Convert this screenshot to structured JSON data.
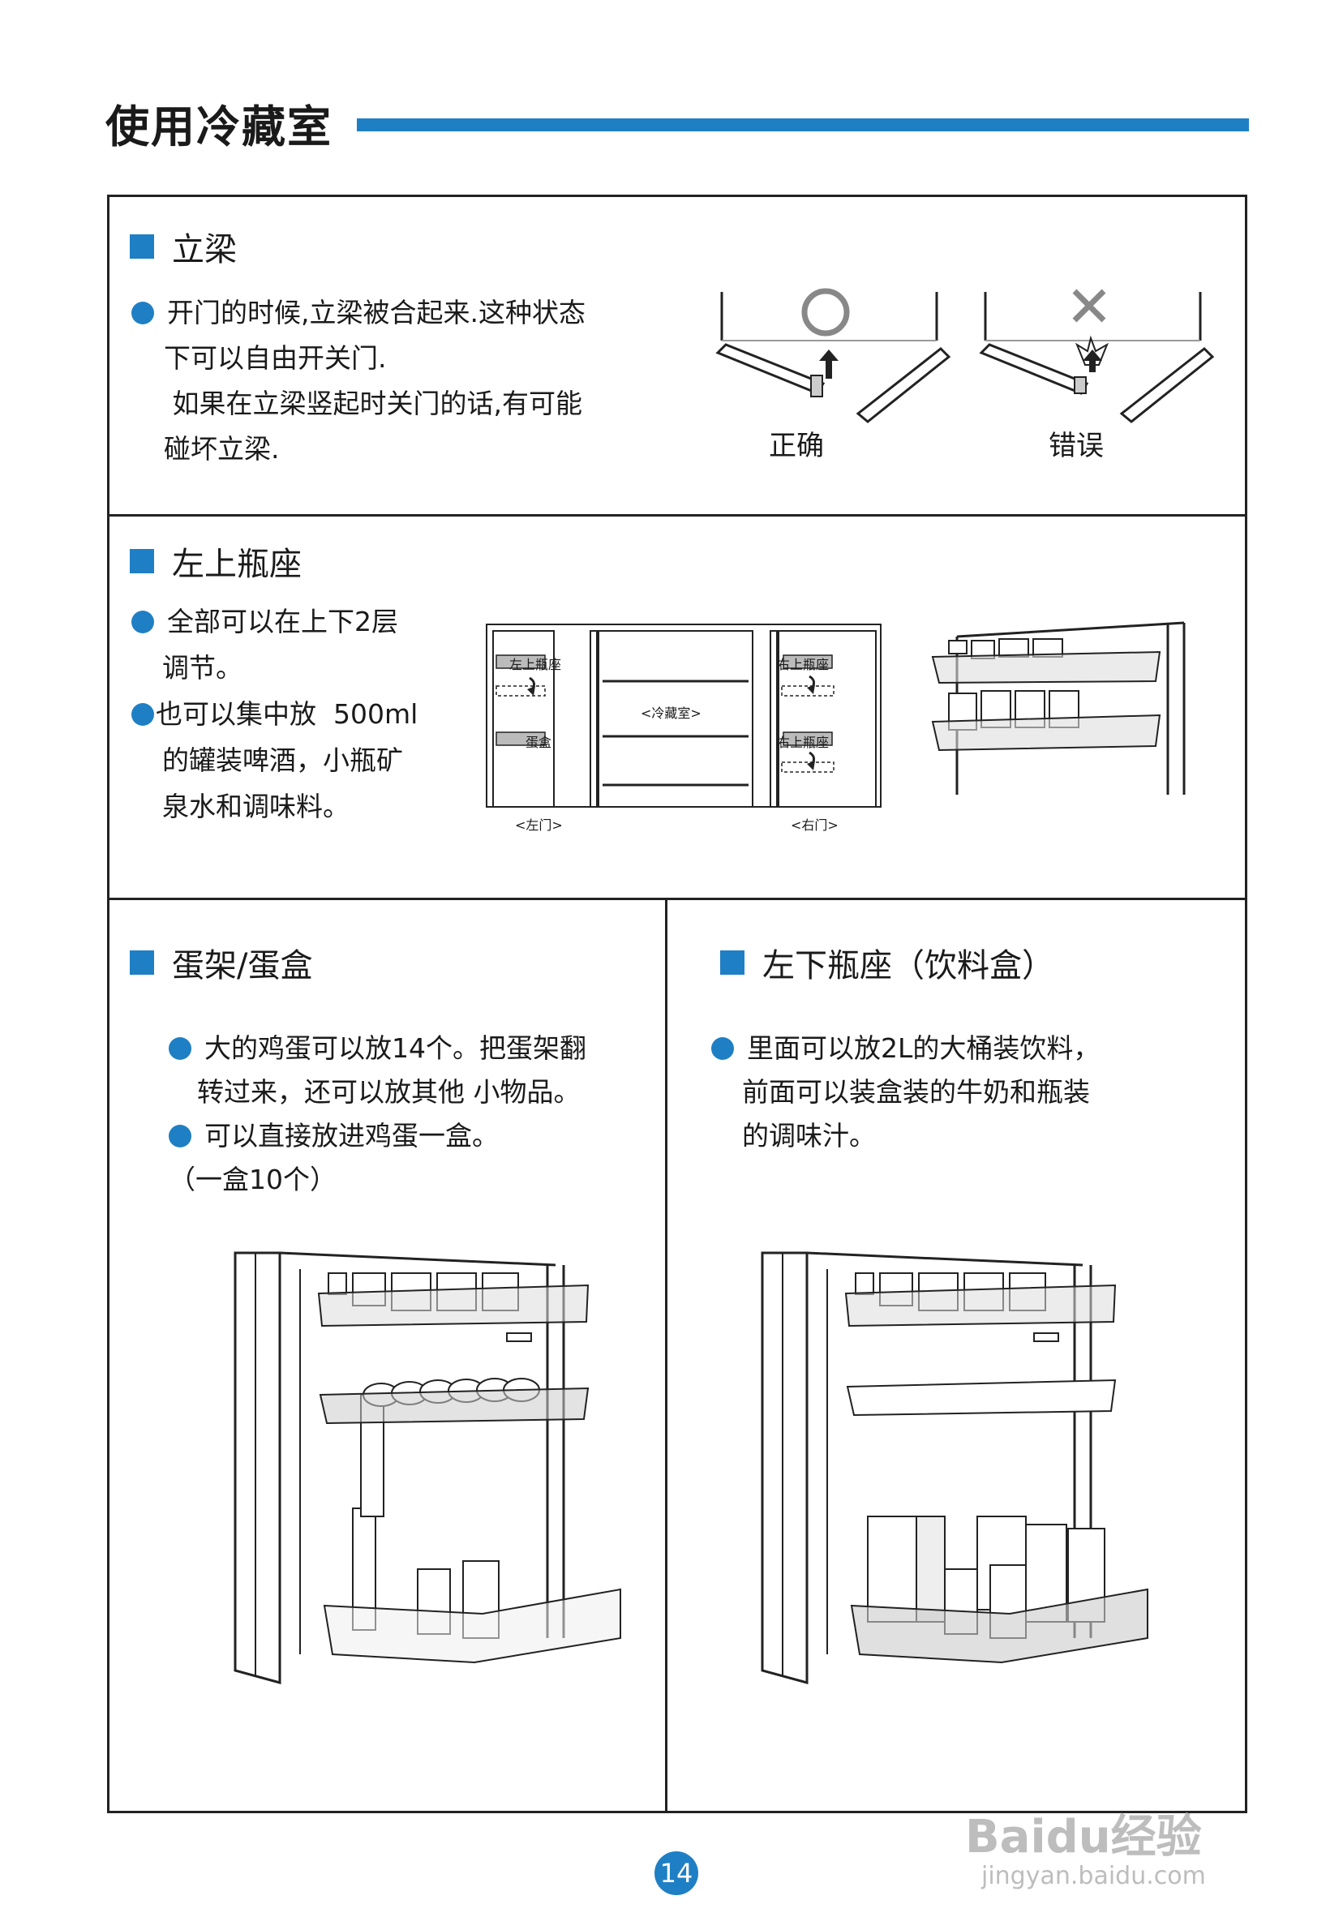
{
  "page": {
    "title": "使用冷藏室",
    "page_number": "14",
    "accent_color": "#1f7fc4"
  },
  "sections": {
    "pillar": {
      "heading": "立梁",
      "lines": [
        "开门的时候,立梁被合起来.这种状态",
        "下可以自由开关门.",
        " 如果在立梁竖起时关门的话,有可能",
        "碰坏立梁."
      ],
      "correct_label": "正确",
      "wrong_label": "错误"
    },
    "upper_left": {
      "heading": "左上瓶座",
      "lines": [
        "全部可以在上下2层",
        "调节。",
        "也可以集中放  500ml",
        "的罐装啤酒，小瓶矿",
        "泉水和调味料。"
      ],
      "diagram": {
        "left_top": "左上瓶座",
        "egg": "蛋盒",
        "center": "<冷藏室>",
        "right_top": "右上瓶座",
        "right_mid": "右上瓶座",
        "left_door": "<左门>",
        "right_door": "<右门>"
      }
    },
    "egg": {
      "heading": "蛋架/蛋盒",
      "lines": [
        "大的鸡蛋可以放14个。把蛋架翻",
        "转过来，还可以放其他 小物品。",
        "可以直接放进鸡蛋一盒。",
        "（一盒10个）"
      ]
    },
    "lower_left": {
      "heading": "左下瓶座（饮料盒）",
      "lines": [
        "里面可以放2L的大桶装饮料，",
        "前面可以装盒装的牛奶和瓶装",
        "的调味汁。"
      ]
    }
  },
  "watermark": {
    "brand": "Baidu经验",
    "url": "jingyan.baidu.com"
  }
}
